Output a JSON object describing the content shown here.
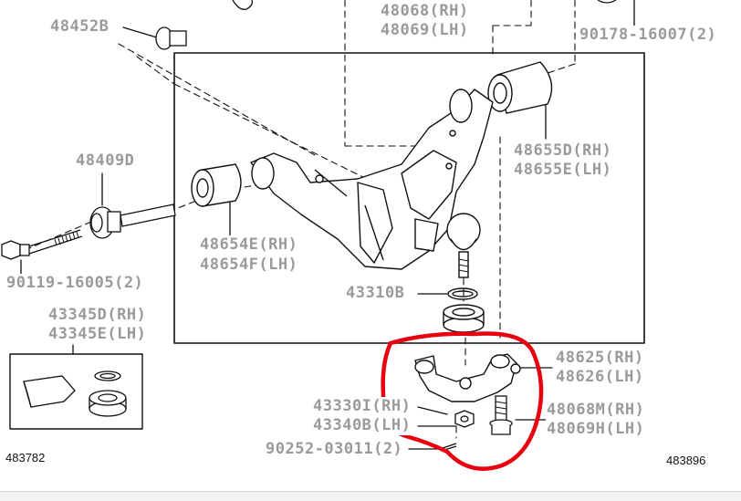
{
  "colors": {
    "line": "#111111",
    "label_text": "#9a9a9a",
    "highlight": "#e8000f"
  },
  "labels": {
    "p48452B": "48452B",
    "p48068": "48068(RH)",
    "p48069": "48069(LH)",
    "p90178": "90178-16007(2)",
    "p48655D": "48655D(RH)",
    "p48655E": "48655E(LH)",
    "p48409D": "48409D",
    "p48654E": "48654E(RH)",
    "p48654F": "48654F(LH)",
    "p90119": "90119-16005(2)",
    "p43310B": "43310B",
    "p43345D": "43345D(RH)",
    "p43345E": "43345E(LH)",
    "p48625": "48625(RH)",
    "p48626": "48626(LH)",
    "p43330": "43330I(RH)",
    "p43340B": "43340B(LH)",
    "p48068M": "48068M(RH)",
    "p48069H": "48069H(LH)",
    "p90252": "90252-03011(2)"
  },
  "figure_ids": {
    "left": "483782",
    "right": "483896"
  }
}
